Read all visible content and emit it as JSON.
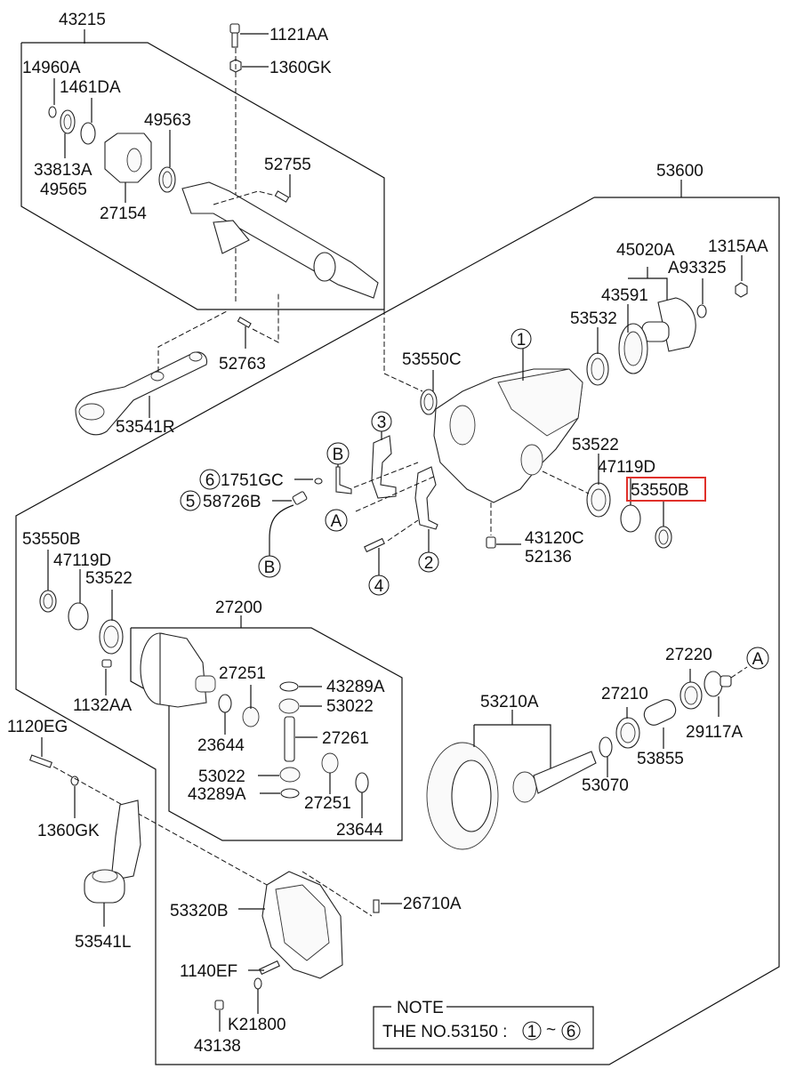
{
  "diagram": {
    "title": "Rear differential carrier assembly exploded view",
    "highlight_color": "#e0302a",
    "groups": {
      "g43215": "43215",
      "g53600": "53600",
      "g27200": "27200",
      "g53210A": "53210A",
      "g45020A": "45020A"
    },
    "labels": {
      "p1121AA": "1121AA",
      "p1360GK_top": "1360GK",
      "p14960A": "14960A",
      "p1461DA": "1461DA",
      "p49563": "49563",
      "p33813A": "33813A",
      "p49565": "49565",
      "p27154": "27154",
      "p52755": "52755",
      "p52763": "52763",
      "p53541R": "53541R",
      "p1315AA": "1315AA",
      "pA93325": "A93325",
      "p43591": "43591",
      "p53532": "53532",
      "p53550C": "53550C",
      "p53522_r": "53522",
      "p47119D_r": "47119D",
      "p53550B_r": "53550B",
      "p43120C": "43120C",
      "p52136": "52136",
      "p1751GC": "1751GC",
      "p58726B": "58726B",
      "p53550B_l": "53550B",
      "p47119D_l": "47119D",
      "p53522_l": "53522",
      "p1132AA": "1132AA",
      "p27251_a": "27251",
      "p43289A_a": "43289A",
      "p53022_a": "53022",
      "p27261": "27261",
      "p23644_a": "23644",
      "p53022_b": "53022",
      "p43289A_b": "43289A",
      "p27251_b": "27251",
      "p23644_b": "23644",
      "p27220": "27220",
      "p27210": "27210",
      "p29117A": "29117A",
      "p53855": "53855",
      "p53070": "53070",
      "p1120EG": "1120EG",
      "p1360GK_bot": "1360GK",
      "p53541L": "53541L",
      "p53320B": "53320B",
      "p26710A": "26710A",
      "p1140EF": "1140EF",
      "pK21800": "K21800",
      "p43138": "43138"
    },
    "callouts": {
      "c1": "1",
      "c2": "2",
      "c3": "3",
      "c4": "4",
      "c5": "5",
      "c6": "6",
      "refA_1": "A",
      "refA_2": "A",
      "refB_1": "B",
      "refB_2": "B"
    },
    "highlighted_part": "53550B",
    "note": {
      "title": "NOTE",
      "text": "THE NO.53150 :",
      "range_start": "1",
      "range_sep": "~",
      "range_end": "6"
    }
  }
}
